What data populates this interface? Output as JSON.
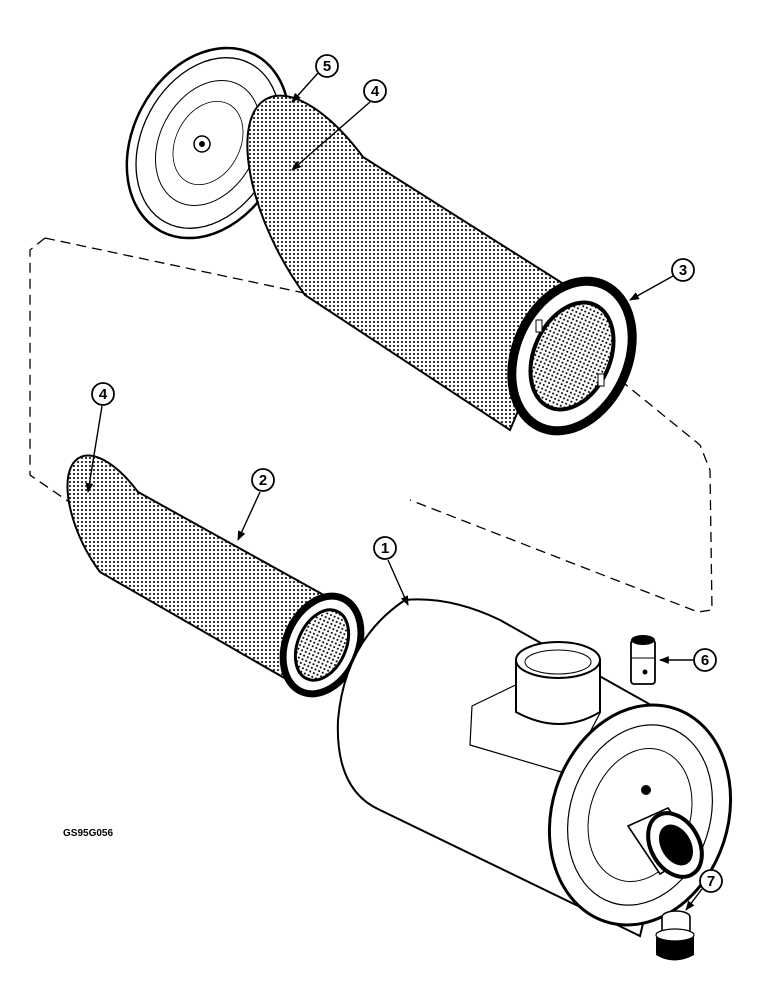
{
  "figure_code": "GS95G056",
  "callouts": [
    "1",
    "2",
    "3",
    "4",
    "4",
    "5",
    "6",
    "7"
  ]
}
